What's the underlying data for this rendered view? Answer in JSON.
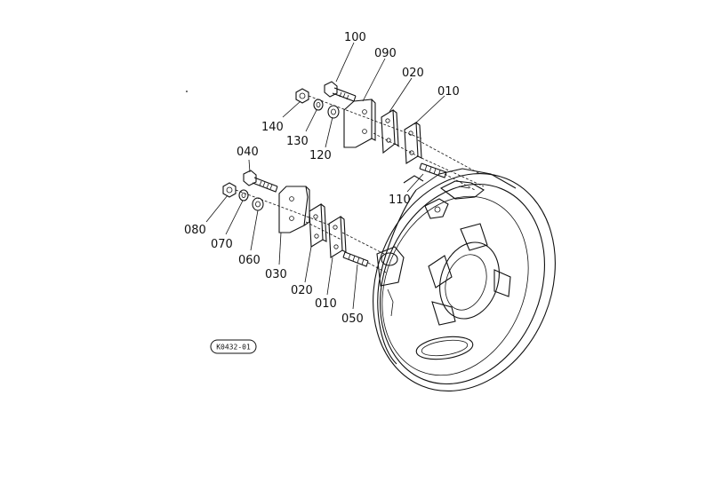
{
  "diagram": {
    "labels": {
      "p100": "100",
      "p090": "090",
      "p020_top": "020",
      "p010_top": "010",
      "p140": "140",
      "p130": "130",
      "p120": "120",
      "p110": "110",
      "p040": "040",
      "p080": "080",
      "p070": "070",
      "p060": "060",
      "p030": "030",
      "p020_bottom": "020",
      "p010_bottom": "010",
      "p050": "050"
    },
    "drawing_code": "K0432-01"
  }
}
